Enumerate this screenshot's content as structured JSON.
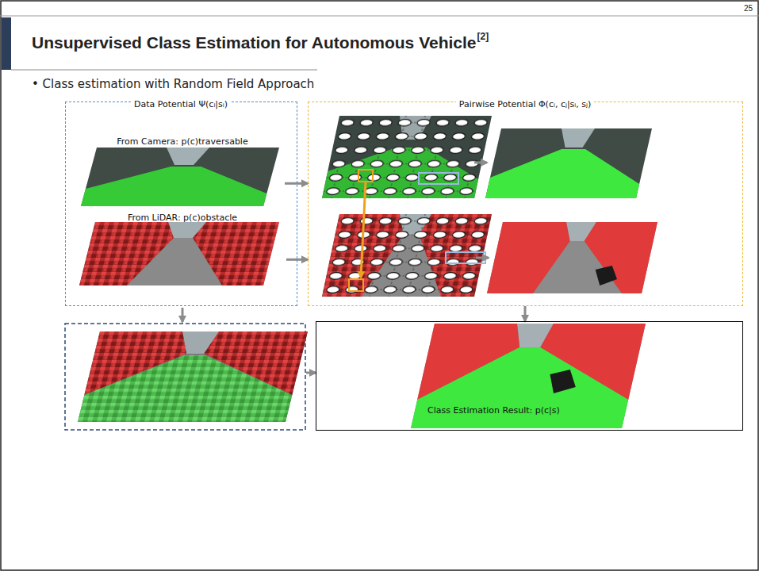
{
  "diagram": {
    "title": "Unsupervised Class Estimation for Autonomous Vehicle",
    "nodes": [
      {
        "text": [
          "Data Potential Ψ(cᵢ|sᵢ)"
        ]
      },
      {
        "text": [
          "Pairwise Potential Φ(cᵢ, cⱼ|sᵢ, sⱼ)"
        ]
      },
      {
        "text": [
          "From Camera: p(c)traversable"
        ],
        "in": 0
      },
      {
        "text": [
          "From LiDAR: p(c)obstacle"
        ],
        "in": 0
      },
      {
        "text": [
          "Class Estimation Result: p(c|s)"
        ]
      }
    ],
    "edges": [
      {
        "from": 2,
        "to": 1,
        "arrow": "to"
      },
      {
        "from": 3,
        "to": 1,
        "arrow": "to"
      },
      {
        "from": 1,
        "to": 4,
        "arrow": "to"
      }
    ],
    "labels": [
      "25",
      "[2]",
      "• Class estimation with Random Field Approach"
    ]
  }
}
